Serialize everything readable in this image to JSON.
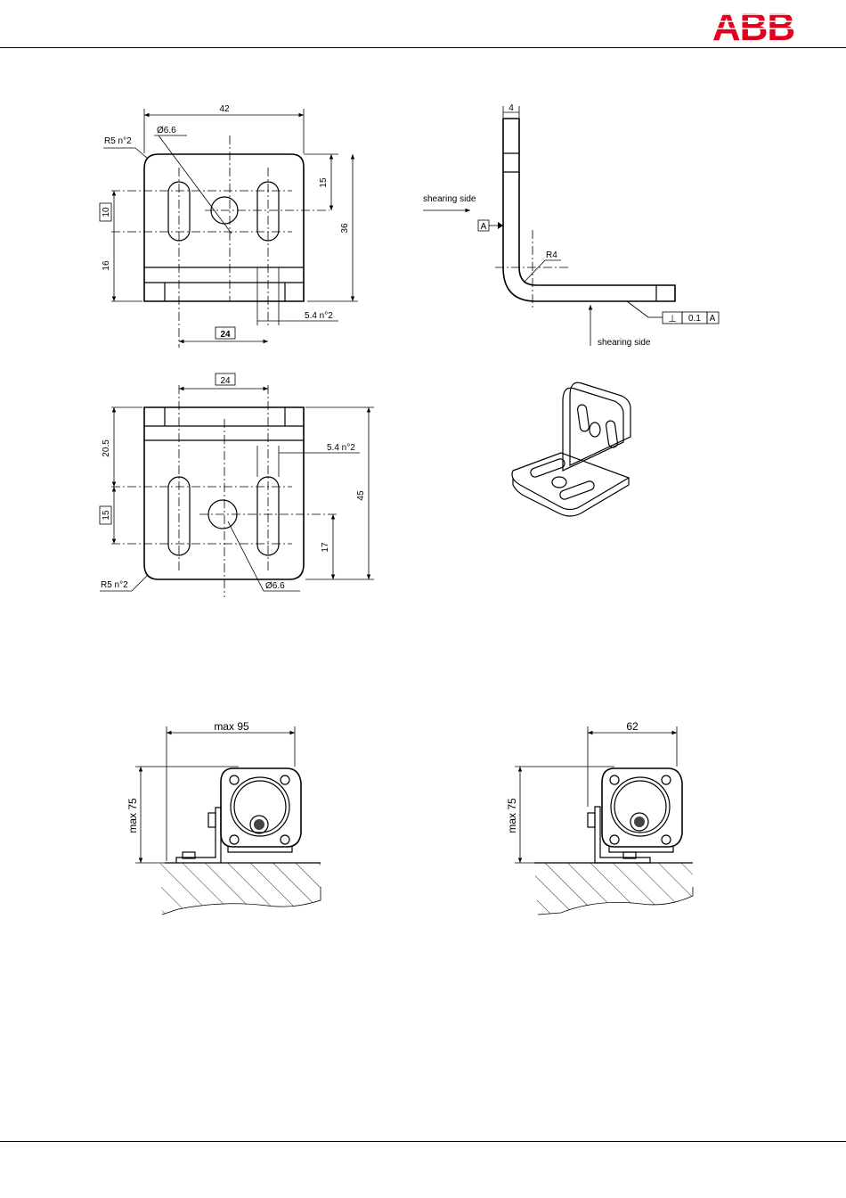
{
  "brand": {
    "logo_text": "ABB",
    "color": "#e2001a"
  },
  "top_view": {
    "dim_width": "42",
    "hole_dia": "Ø6.6",
    "corner_radius": "R5 n°2",
    "dim_15": "15",
    "dim_36": "36",
    "dim_10": "10",
    "dim_16": "16",
    "slot_width": "5.4 n°2",
    "slot_spacing": "24"
  },
  "side_view": {
    "thickness": "4",
    "shearing_side_1": "shearing side",
    "datum": "A",
    "bend_radius": "R4",
    "shearing_side_2": "shearing side",
    "tolerance_symbol": "⊥",
    "tolerance_value": "0.1",
    "tolerance_datum": "A"
  },
  "front_view": {
    "slot_spacing": "24",
    "dim_20_5": "20.5",
    "slot_width": "5.4 n°2",
    "dim_45": "45",
    "dim_15": "15",
    "dim_17": "17",
    "corner_radius": "R5 n°2",
    "hole_dia": "Ø6.6"
  },
  "mount_left": {
    "width": "max 95",
    "height": "max 75"
  },
  "mount_right": {
    "width": "62",
    "height": "max 75"
  },
  "icons": [
    "abb-logo",
    "bracket-3d-icon",
    "sensor-icon"
  ]
}
